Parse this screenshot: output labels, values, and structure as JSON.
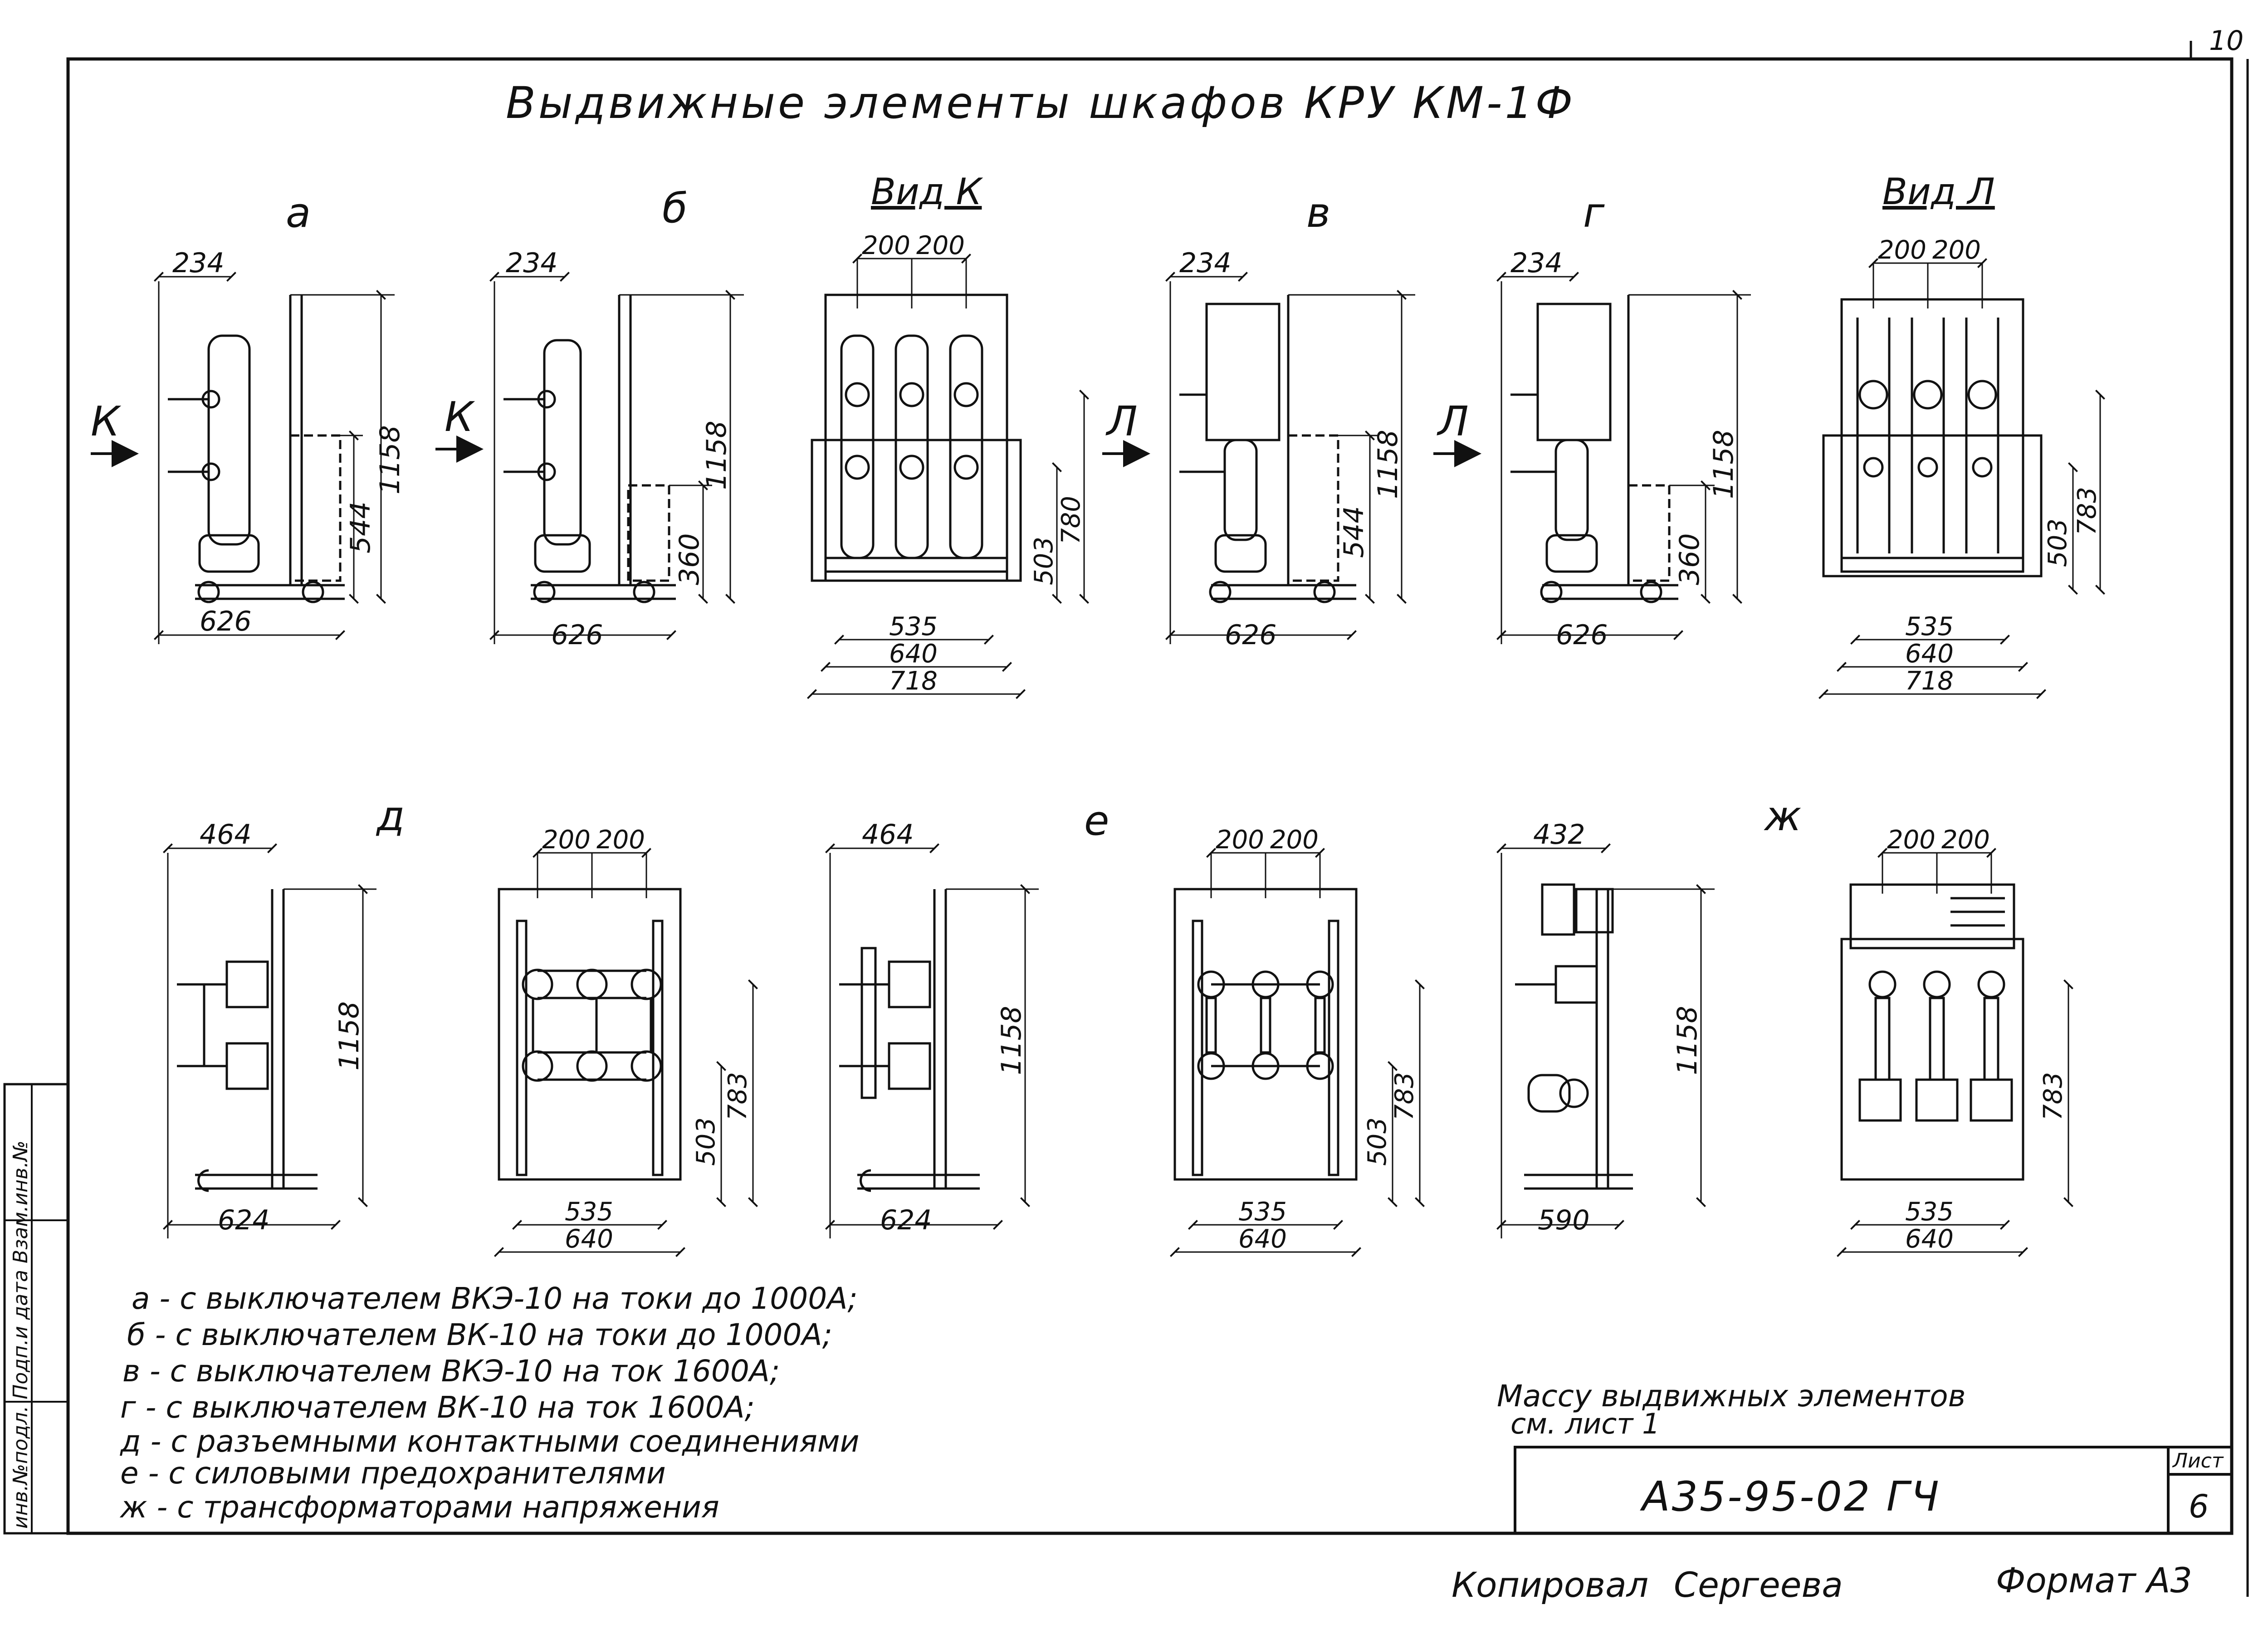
{
  "sheet": {
    "title": "Выдвижные элементы шкафов КРУ КМ-1Ф",
    "corner_number": "10",
    "mass_note_line1": "Массу выдвижных элементов",
    "mass_note_line2": "см. лист 1",
    "doc_code": "А35-95-02 ГЧ",
    "sheet_label": "Лист",
    "sheet_number": "6",
    "copied": "Копировал",
    "copier_name": "Сергеева",
    "format": "Формат А3",
    "side_stamp": "инв.№подл. Подп.и дата Взам.инв.№"
  },
  "views": {
    "a": {
      "label": "а",
      "dim_top": "234",
      "dim_bottom": "626",
      "dim_h": "1158",
      "dim_mid": "544",
      "arrow": "К"
    },
    "b": {
      "label": "б",
      "dim_top": "234",
      "dim_bottom": "626",
      "dim_h": "1158",
      "dim_mid": "360",
      "arrow": "К"
    },
    "k": {
      "label": "Вид К",
      "dim_p1": "200",
      "dim_p2": "200",
      "dim_w1": "535",
      "dim_w2": "640",
      "dim_w3": "718",
      "dim_h1": "503",
      "dim_h2": "780"
    },
    "v": {
      "label": "в",
      "dim_top": "234",
      "dim_bottom": "626",
      "dim_h": "1158",
      "dim_mid": "544",
      "arrow": "Л"
    },
    "g": {
      "label": "г",
      "dim_top": "234",
      "dim_bottom": "626",
      "dim_h": "1158",
      "dim_mid": "360",
      "arrow": "Л"
    },
    "l": {
      "label": "Вид Л",
      "dim_p1": "200",
      "dim_p2": "200",
      "dim_w1": "535",
      "dim_w2": "640",
      "dim_w3": "718",
      "dim_h1": "503",
      "dim_h2": "783"
    },
    "d": {
      "label": "д",
      "dim_top": "464",
      "dim_bottom": "624",
      "dim_h": "1158"
    },
    "d2": {
      "dim_p1": "200",
      "dim_p2": "200",
      "dim_w1": "535",
      "dim_w2": "640",
      "dim_h1": "503",
      "dim_h2": "783"
    },
    "e": {
      "label": "е",
      "dim_top": "464",
      "dim_bottom": "624",
      "dim_h": "1158"
    },
    "e2": {
      "dim_p1": "200",
      "dim_p2": "200",
      "dim_w1": "535",
      "dim_w2": "640",
      "dim_h1": "503",
      "dim_h2": "783"
    },
    "zh": {
      "label": "ж",
      "dim_top": "432",
      "dim_bottom": "590",
      "dim_h": "1158"
    },
    "zh2": {
      "dim_p1": "200",
      "dim_p2": "200",
      "dim_w1": "535",
      "dim_w2": "640",
      "dim_h2": "783"
    }
  },
  "legend": [
    "а - с выключателем ВКЭ-10 на токи до 1000А;",
    "б - с выключателем ВК-10 на токи до 1000А;",
    "в - с выключателем ВКЭ-10 на ток 1600А;",
    "г - с выключателем ВК-10 на ток 1600А;",
    "д - с разъемными контактными соединениями",
    "е - с силовыми предохранителями",
    "ж - с трансформаторами напряжения"
  ]
}
